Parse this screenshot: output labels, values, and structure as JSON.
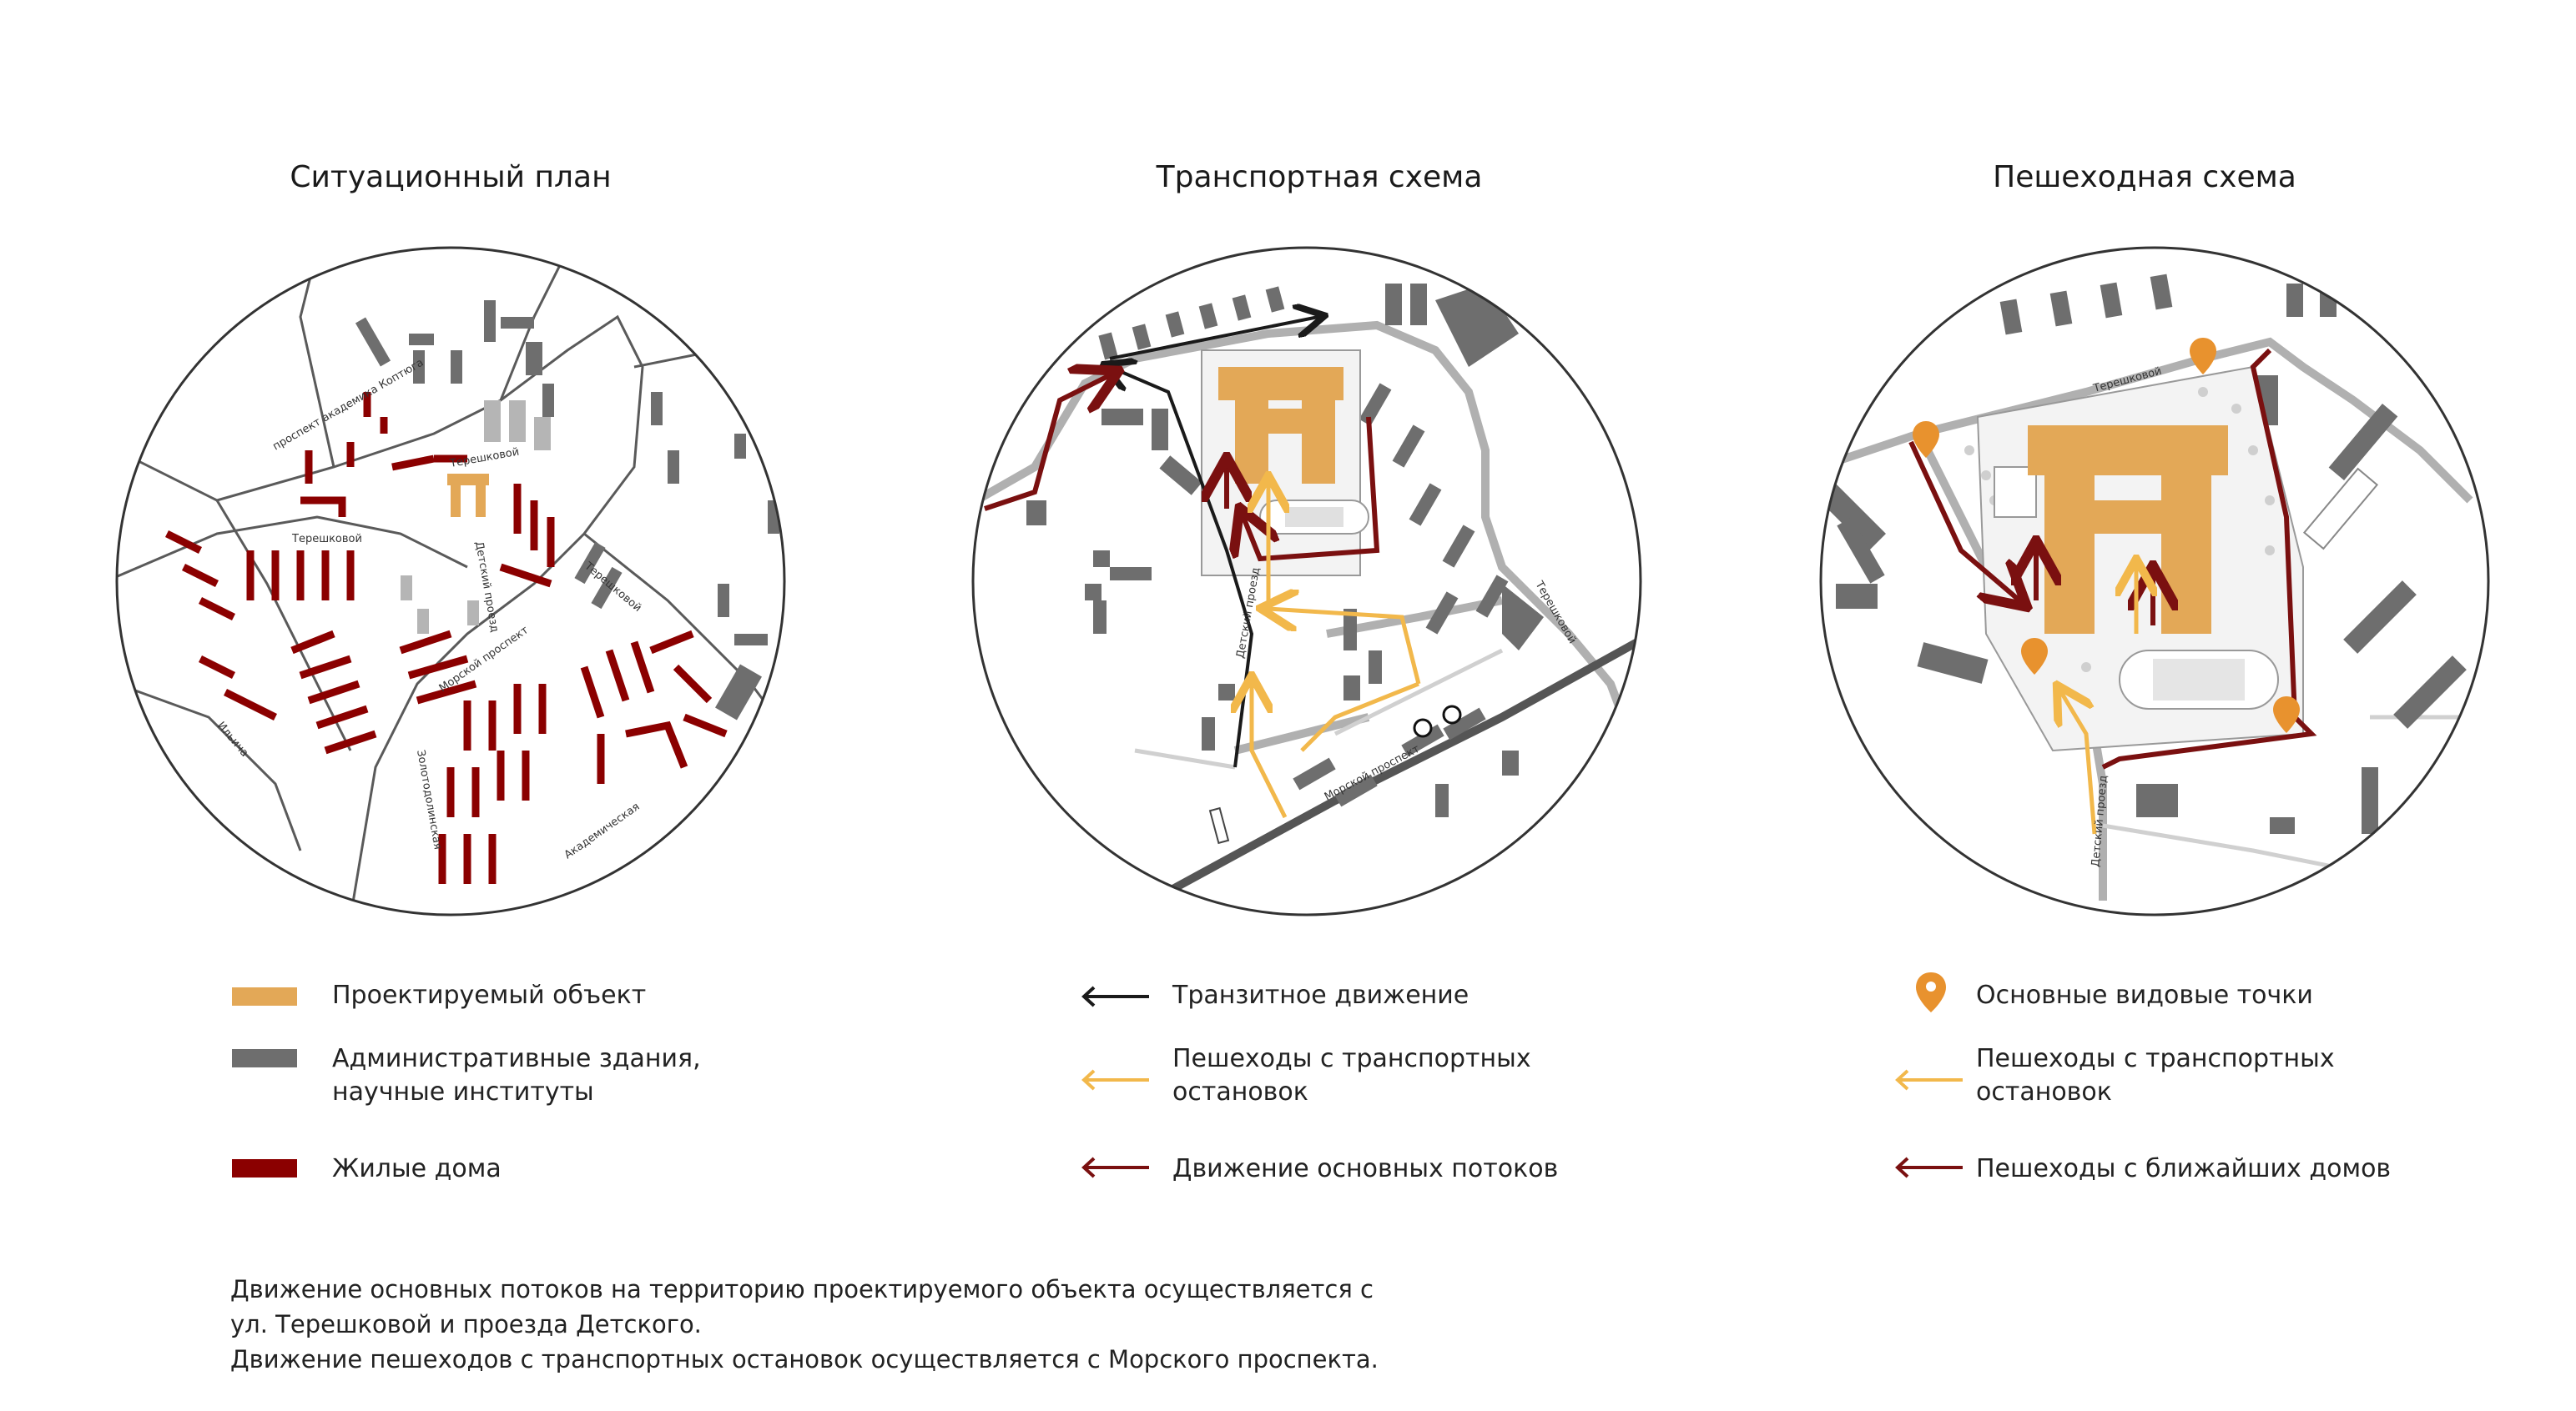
{
  "titles": {
    "situation": "Ситуационный план",
    "transport": "Транспортная схема",
    "pedestrian": "Пешеходная схема"
  },
  "street_labels": {
    "s1": "проспект академика Коптюга",
    "s2": "Терешковой",
    "s3": "Терешковой",
    "s4": "Детский проезд",
    "s5": "Морской проспект",
    "s6": "Ильича",
    "s7": "Золотодолинская",
    "s8": "Академическая",
    "s9": "Терешковой",
    "t1": "Детский проезд",
    "t2": "Морской проспект",
    "t3": "Терешковой",
    "p1": "Терешковой",
    "p2": "Детский проезд"
  },
  "legend_left": {
    "item1": "Проектируемый объект",
    "item2_line1": "Административные здания,",
    "item2_line2": "научные институты",
    "item3": "Жилые дома"
  },
  "legend_middle": {
    "item1": "Транзитное движение",
    "item2_line1": "Пешеходы с транспортных",
    "item2_line2": "остановок",
    "item3": "Движение основных потоков"
  },
  "legend_right": {
    "item1": "Основные видовые точки",
    "item2_line1": "Пешеходы с транспортных",
    "item2_line2": "остановок",
    "item3": "Пешеходы с ближайших домов"
  },
  "footer": {
    "line1": "Движение основных потоков на территорию проектируемого объекта осуществляется с",
    "line2": "ул. Терешковой и проезда Детского.",
    "line3": "Движение пешеходов с транспортных остановок осуществляется с Морского проспекта."
  },
  "colors": {
    "project": "#E3A857",
    "admin": "#6E6E6E",
    "residential": "#8B0000",
    "transit": "#1A1A1A",
    "pedestrian": "#F2B84B",
    "main_flow": "#7A1010",
    "viewpoint": "#E8922E"
  },
  "icons": {
    "viewpoint": "map-pin-icon",
    "transit_arrow": "arrow-left-icon",
    "bus_stop": "bus-stop-icon"
  }
}
